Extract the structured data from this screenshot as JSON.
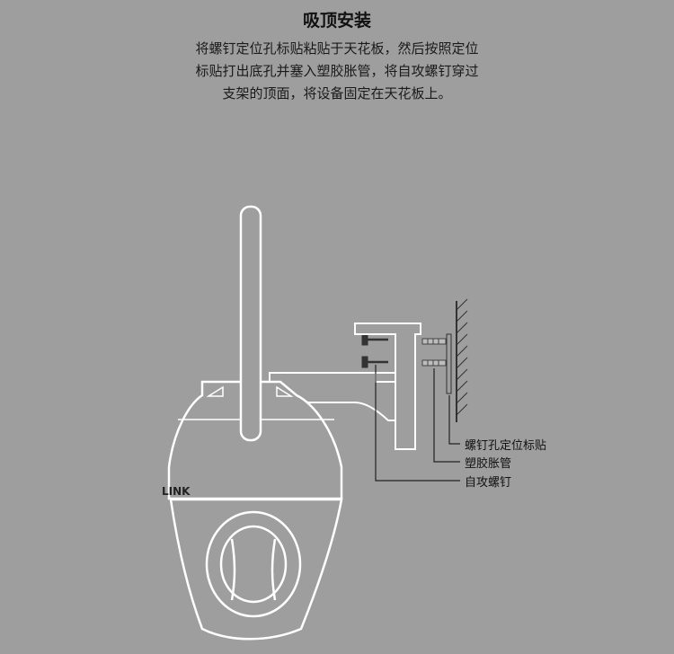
{
  "title": "吸顶安装",
  "description": [
    "将螺钉定位孔标贴粘贴于天花板，然后按照定位",
    "标贴打出底孔并塞入塑胶胀管，将自攻螺钉穿过",
    "支架的顶面，将设备固定在天花板上。"
  ],
  "callouts": {
    "sticker": "螺钉孔定位标贴",
    "anchor": "塑胶胀管",
    "screw": "自攻螺钉"
  },
  "brand_logo": "LINK",
  "colors": {
    "background": "#9e9e9e",
    "device_fill": "#9e9e9e",
    "outline": "#ffffff",
    "text": "#111111"
  }
}
